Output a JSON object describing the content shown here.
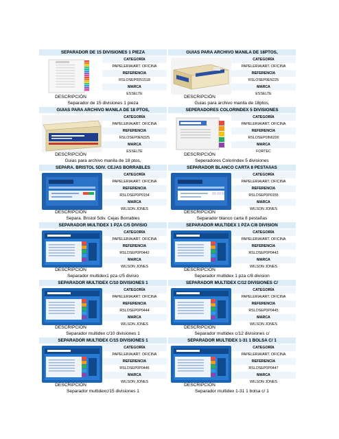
{
  "labels": {
    "categoria": "CATEGORÍA",
    "referencia": "REFERENCIA",
    "marca": "MARCA",
    "descripcion": "DESCRIPCIÓN"
  },
  "products": [
    {
      "title": "SEPARADOR DE 15 DIVISIONES 1 PIEZA",
      "categoria": "PAPELERIA/ART. OFICINA",
      "referencia": "RSLOSEP0051518",
      "marca": "ESSELTE",
      "descripcion": "Separador de 15 divisiones 1 pieza",
      "image": "index-divider-15-tabs"
    },
    {
      "title": "GUIAS PARA ARCHIVO MANILA DE 18PTOS,",
      "categoria": "PAPELERIA/ART. OFICINA",
      "referencia": "RSLOSEP0EN225",
      "marca": "ESSELTE",
      "descripcion": "Guias para archivo manila de 18ptos,",
      "image": "manila-guide-box"
    },
    {
      "title": "GUIAS PARA ARCHIVO MANILA DE 18 PTOS,",
      "categoria": "PAPELERIA/ART. OFICINA",
      "referencia": "RSLOSEP0EN325",
      "marca": "ESSELTE",
      "descripcion": "Guias para archivo manila de 18 ptos,",
      "image": "manila-guide-box-az"
    },
    {
      "title": "SEPERADORES COLORINDEX 5 DIVISIONES",
      "categoria": "PAPELERIA/ART. OFICINA",
      "referencia": "RSLOSEP0IN6200",
      "marca": "FORTEC",
      "descripcion": "Seperadores Colorindex 5 divisiones",
      "image": "colorindex-pack"
    },
    {
      "title": "SEPARA. BRISTOL 5DIV. CEJAS BORRABLES",
      "categoria": "PAPELERIA/ART. OFICINA",
      "referencia": "RSLOSEP0P0154",
      "marca": "WILSON JONES",
      "descripcion": "Separa. Bristol 5div. Cejas Borrables",
      "image": "bristol-divider-pack"
    },
    {
      "title": "SEPARADOR BLANCO CARTA 8 PESTAñAS",
      "categoria": "PAPELERIA/ART. OFICINA",
      "referencia": "RSLOSEP0P0155",
      "marca": "WILSON JONES",
      "descripcion": "Separador blanco carta 8 pestañas",
      "image": "white-divider-pack"
    },
    {
      "title": "SEPARADOR MULTIDEX 1 PZA C/5 DIVISIO",
      "categoria": "PAPELERIA/ART. OFICINA",
      "referencia": "RSLOSEP0P0442",
      "marca": "WILSON JONES",
      "descripcion": "Separador multidex1 pza c/5 divisio",
      "image": "multidex-pack"
    },
    {
      "title": "SEPARADOR MULTIDEX 1 PZA C/8 DIVISION",
      "categoria": "PAPELERIA/ART. OFICINA",
      "referencia": "RSLOSEP0P0443",
      "marca": "WILSON JONES",
      "descripcion": "Separador multidex 1 pza c/8 division",
      "image": "multidex-pack"
    },
    {
      "title": "SEPARADOR MULTIDEX C/10 DIVISIONES 1",
      "categoria": "PAPELERIA/ART. OFICINA",
      "referencia": "RSLOSEP0P0444",
      "marca": "WILSON JONES",
      "descripcion": "Separador multidex c/10 divisiones 1",
      "image": "multidex-pack"
    },
    {
      "title": "SEPARADOR MULTIDEX C/12 DIVISIONES C/",
      "categoria": "PAPELERIA/ART. OFICINA",
      "referencia": "RSLOSEP0P0445",
      "marca": "WILSON JONES",
      "descripcion": "Separador multidex c/12 divisiones c/",
      "image": "multidex-pack"
    },
    {
      "title": "SEPARADOR MULTIDEX C/15 DIVISIONES 1",
      "categoria": "PAPELERIA/ART. OFICINA",
      "referencia": "RSLOSEP0P0446",
      "marca": "WILSON JONES",
      "descripcion": "Separador multidexc/15 divisiones 1",
      "image": "multidex-pack"
    },
    {
      "title": "SEPARADOR MULTIDEX 1-31 1 BOLSA C/ 1",
      "categoria": "PAPELERIA/ART. OFICINA",
      "referencia": "RSLOSEP0P0447",
      "marca": "WILSON JONES",
      "descripcion": "Separador multidex 1-31 1 bolsa c/ 1",
      "image": "multidex-pack"
    }
  ]
}
